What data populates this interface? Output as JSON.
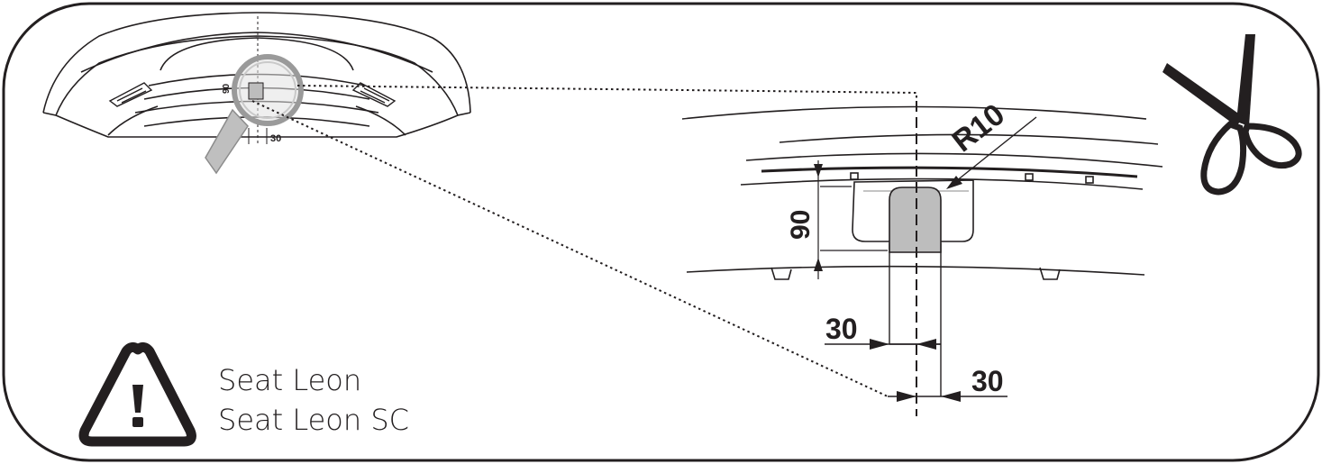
{
  "panel": {
    "models": [
      "Seat Leon",
      "Seat Leon SC"
    ]
  },
  "detail": {
    "radius_label": "R10",
    "height_label": "90",
    "width_label_upper": "30",
    "width_label_lower": "30"
  },
  "thumbnail": {
    "height_label": "90",
    "width_label": "30"
  },
  "icons": {
    "warning": "warning-triangle-icon",
    "scissors": "scissors-icon",
    "magnifier": "magnifier-icon"
  },
  "colors": {
    "stroke": "#231f20",
    "cutout_fill": "#bdbdbd",
    "magnifier_handle": "#bfbfbf"
  }
}
